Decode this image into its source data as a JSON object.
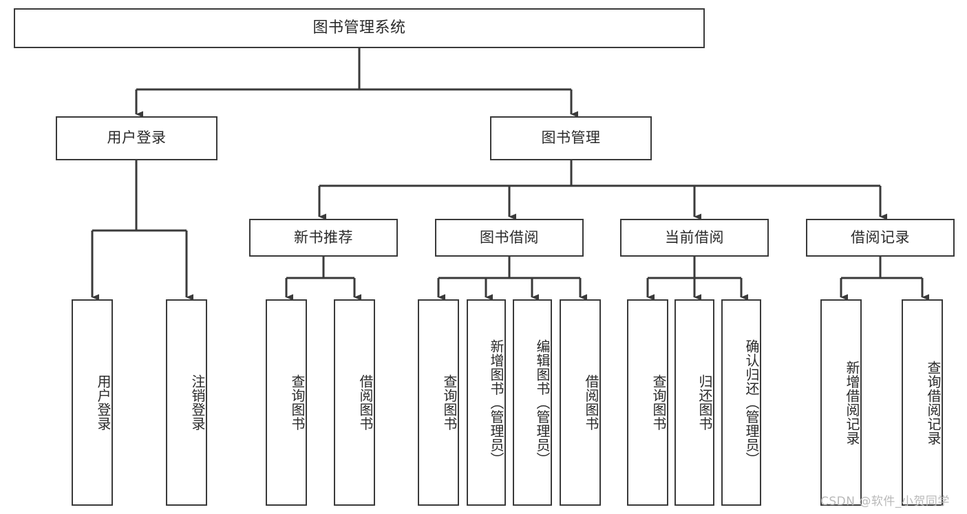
{
  "diagram": {
    "title": "图书管理系统",
    "type": "功能结构图",
    "watermark": "CSDN @软件_小贺同学",
    "colors": {
      "border": "#3a3a3a",
      "text": "#2a2a2a",
      "connector": "#3a3a3a",
      "background": "#ffffff",
      "watermark": "#b9b9b9"
    },
    "root": {
      "label": "图书管理系统"
    },
    "level1": [
      {
        "label": "用户登录"
      },
      {
        "label": "图书管理"
      }
    ],
    "level2": [
      {
        "label": "新书推荐"
      },
      {
        "label": "图书借阅"
      },
      {
        "label": "当前借阅"
      },
      {
        "label": "借阅记录"
      }
    ],
    "leaves": {
      "user_login": [
        {
          "label": "用户登录"
        },
        {
          "label": "注销登录"
        }
      ],
      "new_book": [
        {
          "label": "查询图书"
        },
        {
          "label": "借阅图书"
        }
      ],
      "book_borrow": [
        {
          "label": "查询图书"
        },
        {
          "label": "新增图书（管理员）"
        },
        {
          "label": "编辑图书（管理员）"
        },
        {
          "label": "借阅图书"
        }
      ],
      "current_borrow": [
        {
          "label": "查询图书"
        },
        {
          "label": "归还图书"
        },
        {
          "label": "确认归还（管理员）"
        }
      ],
      "borrow_record": [
        {
          "label": "新增借阅记录"
        },
        {
          "label": "查询借阅记录"
        }
      ]
    }
  }
}
